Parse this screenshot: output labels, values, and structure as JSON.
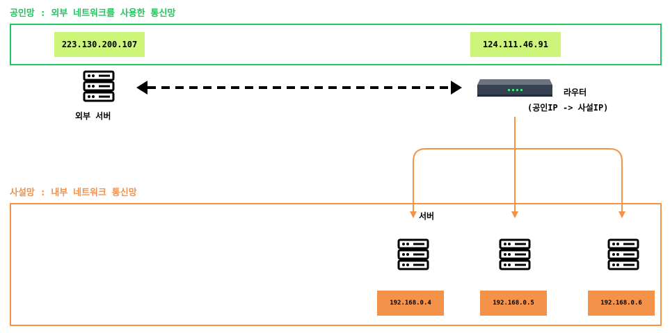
{
  "public_network": {
    "title": "공인망 : 외부 네트워크를 사용한 통신망",
    "ip_left": "223.130.200.107",
    "ip_right": "124.111.46.91",
    "color": "#22c55e",
    "ip_bg": "#ccf57a"
  },
  "external_server": {
    "label": "외부 서버",
    "icon": "server-rack-icon"
  },
  "router": {
    "label": "라우터",
    "sublabel": "(공인IP -> 사설IP)",
    "icon": "router-icon"
  },
  "private_network": {
    "title": "사설망 : 내부 네트워크 통신망",
    "color": "#f4924a",
    "servers_label": "서버",
    "servers": [
      {
        "ip": "192.168.0.4",
        "icon": "server-rack-icon"
      },
      {
        "ip": "192.168.0.5",
        "icon": "server-rack-icon"
      },
      {
        "ip": "192.168.0.6",
        "icon": "server-rack-icon"
      }
    ]
  }
}
